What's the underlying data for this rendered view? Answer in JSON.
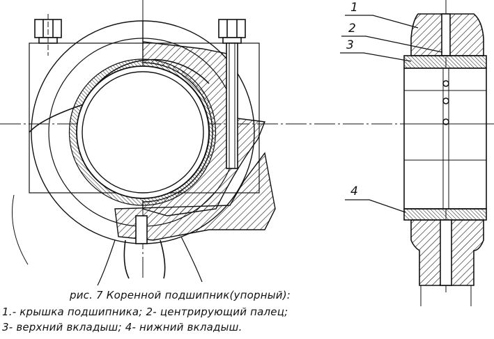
{
  "caption": {
    "title": "рис. 7 Коренной подшипник(упорный):",
    "line1": "1.- крышка подшипника; 2- центрирующий палец;",
    "line2": "3- верхний вкладыш; 4- нижний вкладыш."
  },
  "callouts": [
    "1",
    "2",
    "3",
    "4"
  ],
  "colors": {
    "ink": "#111111",
    "paper": "#ffffff"
  }
}
